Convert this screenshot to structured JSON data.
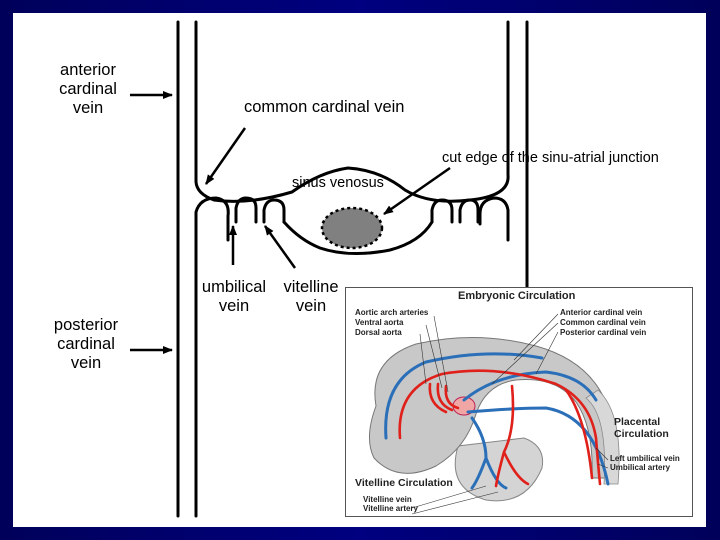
{
  "labels": {
    "anterior_cardinal_vein": [
      "anterior",
      "cardinal",
      "vein"
    ],
    "common_cardinal_vein": "common cardinal vein",
    "cut_edge": "cut edge of the sinu-atrial junction",
    "sinus_venosus": "sinus venosus",
    "umbilical_vein": [
      "umbilical",
      "vein"
    ],
    "vitelline_vein": [
      "vitelline",
      "vein"
    ],
    "posterior_cardinal_vein": [
      "posterior",
      "cardinal",
      "vein"
    ]
  },
  "inset": {
    "title": "Embryonic Circulation",
    "left_labels": [
      "Aortic arch arteries",
      "Ventral aorta",
      "Dorsal aorta"
    ],
    "right_labels": [
      "Anterior cardinal vein",
      "Common cardinal vein",
      "Posterior cardinal vein"
    ],
    "placental": [
      "Placental",
      "Circulation"
    ],
    "umbilical_labels": [
      "Left umbilical vein",
      "Umbilical artery"
    ],
    "vitelline_title": "Vitelline Circulation",
    "vitelline_labels": [
      "Vitelline vein",
      "Vitelline artery"
    ]
  },
  "colors": {
    "slide_background": "#000080",
    "panel": "#ffffff",
    "sinus_fill": "#808080",
    "artery": "#e0201a",
    "vein": "#2a6fb8",
    "embryo_body": "#c8c8c8"
  }
}
